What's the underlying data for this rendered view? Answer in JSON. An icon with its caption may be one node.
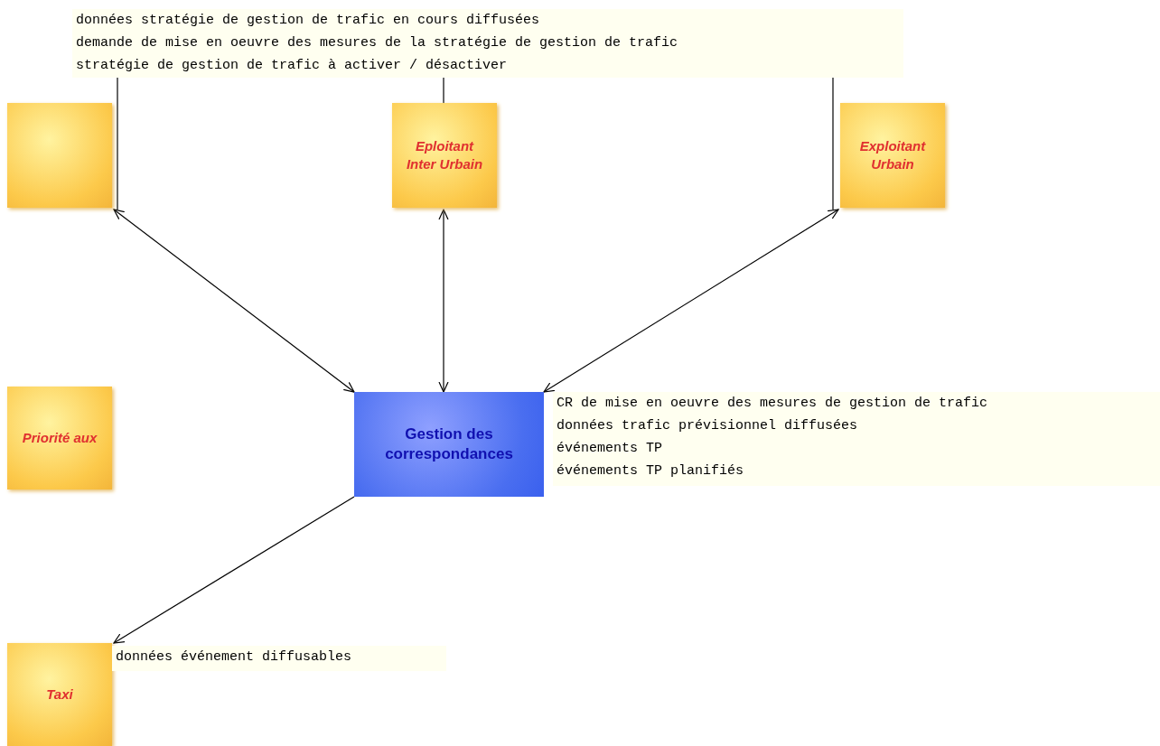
{
  "diagram": {
    "nodes": [
      {
        "text": [
          "données stratégie de gestion de trafic en cours diffusées",
          "demande de mise en oeuvre des mesures de la stratégie de gestion de trafic",
          "stratégie de gestion de trafic à activer / désactiver"
        ]
      },
      {
        "text": [],
        "shape": "box"
      },
      {
        "text": [
          "Eploitant Inter Urbain"
        ]
      },
      {
        "text": [
          "Exploitant Urbain"
        ]
      },
      {
        "text": [
          "Priorité aux"
        ]
      },
      {
        "text": [
          "Gestion des correspondances"
        ]
      },
      {
        "text": [
          "CR de mise en oeuvre des mesures de gestion de trafic",
          "données trafic prévisionnel diffusées",
          "événements TP",
          "événements TP planifiés"
        ]
      },
      {
        "text": [
          "Taxi"
        ]
      },
      {
        "text": [
          "données événement diffusables"
        ]
      }
    ],
    "edges": [
      {
        "from": 0,
        "to": 1,
        "arrow": "none"
      },
      {
        "from": 0,
        "to": 2,
        "arrow": "none"
      },
      {
        "from": 0,
        "to": 3,
        "arrow": "none"
      },
      {
        "from": 1,
        "to": 5,
        "arrow": "both"
      },
      {
        "from": 2,
        "to": 5,
        "arrow": "both"
      },
      {
        "from": 3,
        "to": 5,
        "arrow": "both"
      },
      {
        "from": 5,
        "to": 7,
        "arrow": "to"
      }
    ]
  }
}
